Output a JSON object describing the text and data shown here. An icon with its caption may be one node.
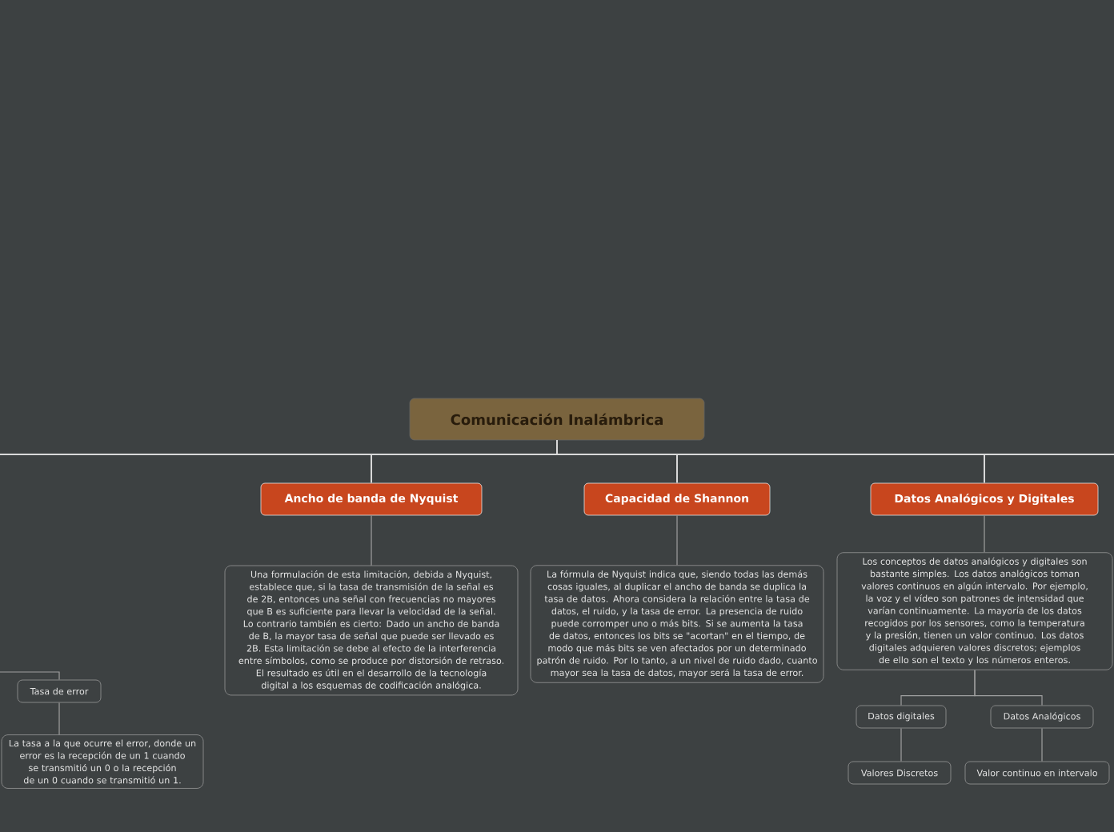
{
  "diagram": {
    "nodes": [
      {
        "text": [
          "Comunicación Inalámbrica"
        ]
      },
      {
        "text": [
          "Ancho de banda de Nyquist"
        ]
      },
      {
        "text": [
          "Capacidad de Shannon"
        ]
      },
      {
        "text": [
          "Datos Analógicos y Digitales"
        ]
      },
      {
        "text": [
          "Una formulación de esta limitación, debida a Nyquist, establece que, si la tasa de transmisión de la señal es de 2B, entonces una señal con frecuencias no mayores que B es suficiente para llevar la velocidad de la señal. Lo contrario también es cierto: Dado un ancho de banda de B, la mayor tasa de señal que puede ser llevado es 2B. Esta limitación se debe al efecto de la interferencia entre símbolos, como se produce por distorsión de retraso. El resultado es útil en el desarrollo de la tecnología digital a los esquemas de codificación analógica."
        ]
      },
      {
        "text": [
          "La fórmula de Nyquist indica que, siendo todas las demás cosas iguales, al duplicar el ancho de banda se duplica la tasa de datos. Ahora considera la relación entre la tasa de datos, el ruido, y la tasa de error. La presencia de ruido puede corromper uno o más bits. Si se aumenta la tasa de datos, entonces los bits se \"acortan\" en el tiempo, de modo que más bits se ven afectados por un determinado patrón de ruido. Por lo tanto, a un nivel de ruido dado, cuanto mayor sea la tasa de datos, mayor será la tasa de error."
        ]
      },
      {
        "text": [
          "Los conceptos de datos analógicos y digitales son bastante simples. Los datos analógicos toman valores continuos en algún intervalo. Por ejemplo, la voz y el vídeo son patrones de intensidad que varían continuamente. La mayoría de los datos recogidos por los sensores, como la temperatura y la presión, tienen un valor continuo. Los datos digitales adquieren valores discretos; ejemplos de ello son el texto y los números enteros."
        ]
      },
      {
        "text": [
          "Datos digitales"
        ]
      },
      {
        "text": [
          "Datos Analógicos"
        ]
      },
      {
        "text": [
          "Valores Discretos"
        ]
      },
      {
        "text": [
          "Valor continuo en intervalo"
        ]
      },
      {
        "text": [
          "Tasa de error"
        ]
      },
      {
        "text": [
          "La tasa a la que ocurre el error, donde un error es la recepción de un 1 cuando se transmitió un 0 o la recepción de un 0 cuando se transmitió un 1."
        ]
      }
    ],
    "edges": [
      {
        "from": 0,
        "to": null,
        "arrow": "none"
      },
      {
        "from": 0,
        "to": null,
        "arrow": "none"
      },
      {
        "from": 0,
        "to": 1,
        "arrow": "none"
      },
      {
        "from": 0,
        "to": 2,
        "arrow": "none"
      },
      {
        "from": 0,
        "to": 3,
        "arrow": "none"
      },
      {
        "from": 1,
        "to": 4,
        "arrow": "none"
      },
      {
        "from": 2,
        "to": 5,
        "arrow": "none"
      },
      {
        "from": 3,
        "to": 6,
        "arrow": "none"
      },
      {
        "from": 6,
        "to": 7,
        "arrow": "none"
      },
      {
        "from": 6,
        "to": 8,
        "arrow": "none"
      },
      {
        "from": 7,
        "to": 9,
        "arrow": "none"
      },
      {
        "from": 8,
        "to": 10,
        "arrow": "none"
      },
      {
        "from": null,
        "to": 11,
        "arrow": "none"
      },
      {
        "from": 11,
        "to": 12,
        "arrow": "none"
      }
    ]
  }
}
